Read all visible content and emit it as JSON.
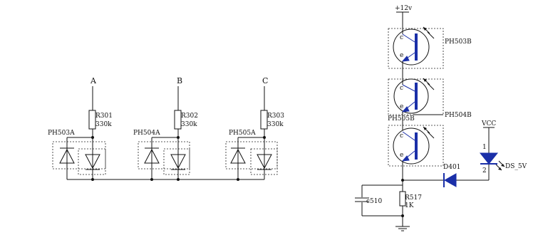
{
  "labels": {
    "A": "A",
    "B": "B",
    "C": "C",
    "R301": "R301",
    "R301_val": "330k",
    "R302": "R302",
    "R302_val": "330k",
    "R303": "R303",
    "R303_val": "330k",
    "PH503A": "PH503A",
    "PH504A": "PH504A",
    "PH505A": "PH505A",
    "supply": "+12v",
    "PH503B": "PH503B",
    "PH504B": "PH504B",
    "PH505B": "PH505B",
    "VCC": "VCC",
    "D401": "D401",
    "DS_5V": "DS_5V",
    "R517": "R517",
    "R517_val": "1K",
    "C510": "c510",
    "pin_c": "c",
    "pin_e": "e",
    "pin_1": "1",
    "pin_2": "2"
  },
  "colors": {
    "wire": "#111111",
    "component_blue": "#1a2fa8",
    "background": "#ffffff"
  }
}
